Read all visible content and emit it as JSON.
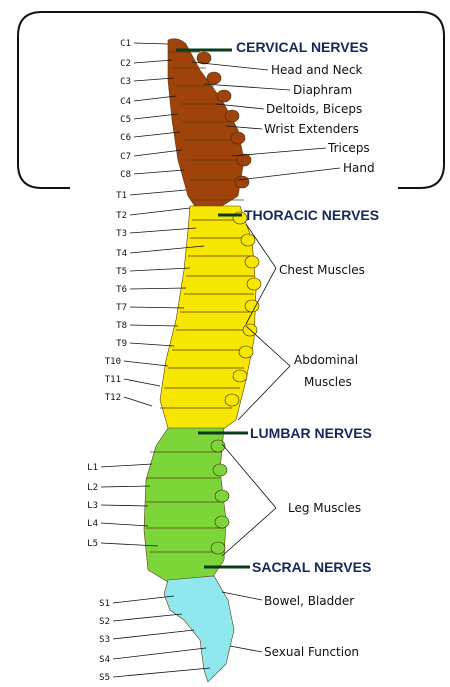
{
  "regions": [
    {
      "key": "cervical",
      "label": "CERVICAL NERVES",
      "color": "#a0430a"
    },
    {
      "key": "thoracic",
      "label": "THORACIC NERVES",
      "color": "#f7e600"
    },
    {
      "key": "lumbar",
      "label": "LUMBAR NERVES",
      "color": "#7cd63a"
    },
    {
      "key": "sacral",
      "label": "SACRAL NERVES",
      "color": "#8fe8ee"
    }
  ],
  "vertebrae": [
    "C1",
    "C2",
    "C3",
    "C4",
    "C5",
    "C6",
    "C7",
    "C8",
    "T1",
    "T2",
    "T3",
    "T4",
    "T5",
    "T6",
    "T7",
    "T8",
    "T9",
    "T10",
    "T11",
    "T12",
    "L1",
    "L2",
    "L3",
    "L4",
    "L5",
    "S1",
    "S2",
    "S3",
    "S4",
    "S5"
  ],
  "functions": [
    "Head and Neck",
    "Diaphram",
    "Deltoids, Biceps",
    "Wrist Extenders",
    "Triceps",
    "Hand",
    "Chest Muscles",
    "Abdominal",
    "Muscles",
    "Leg Muscles",
    "Bowel, Bladder",
    "Sexual Function"
  ]
}
